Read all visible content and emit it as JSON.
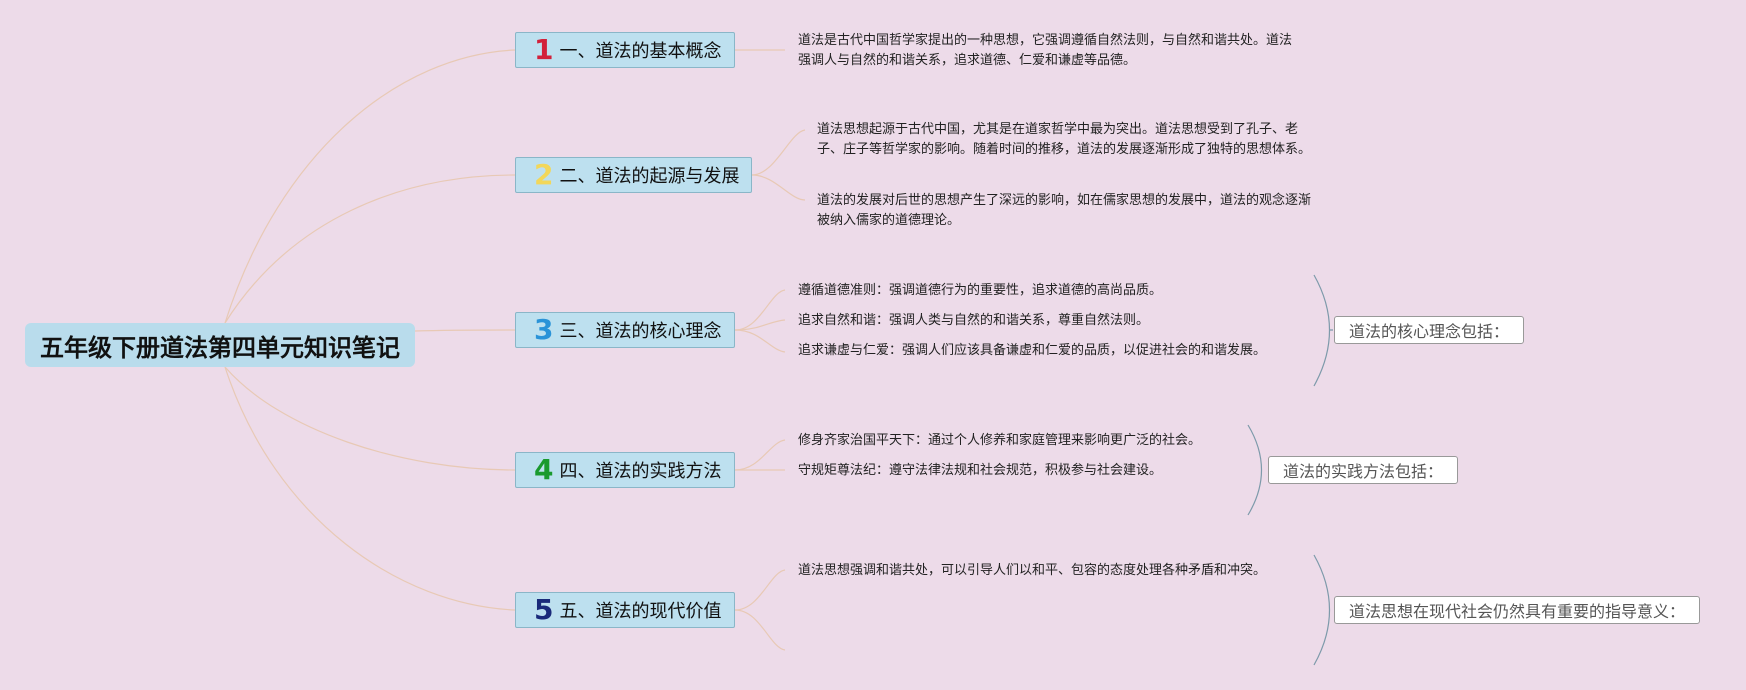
{
  "root": {
    "title": "五年级下册道法第四单元知识笔记"
  },
  "topics": [
    {
      "num": "1",
      "num_color": "#d2203a",
      "label": "一、道法的基本概念"
    },
    {
      "num": "2",
      "num_color": "#f2d75a",
      "label": "二、道法的起源与发展"
    },
    {
      "num": "3",
      "num_color": "#2a93d8",
      "label": "三、道法的核心理念"
    },
    {
      "num": "4",
      "num_color": "#1a9a2e",
      "label": "四、道法的实践方法"
    },
    {
      "num": "5",
      "num_color": "#1a2a7a",
      "label": "五、道法的现代价值"
    }
  ],
  "details": {
    "t1_0": "道法是古代中国哲学家提出的一种思想，它强调遵循自然法则，与自然和谐共处。道法强调人与自然的和谐关系，追求道德、仁爱和谦虚等品德。",
    "t2_0": "道法思想起源于古代中国，尤其是在道家哲学中最为突出。道法思想受到了孔子、老子、庄子等哲学家的影响。随着时间的推移，道法的发展逐渐形成了独特的思想体系。",
    "t2_1": "道法的发展对后世的思想产生了深远的影响，如在儒家思想的发展中，道法的观念逐渐被纳入儒家的道德理论。",
    "t3_0": "遵循道德准则：强调道德行为的重要性，追求道德的高尚品质。",
    "t3_1": "追求自然和谐：强调人类与自然的和谐关系，尊重自然法则。",
    "t3_2": "追求谦虚与仁爱：强调人们应该具备谦虚和仁爱的品质，以促进社会的和谐发展。",
    "t4_0": "修身齐家治国平天下：通过个人修养和家庭管理来影响更广泛的社会。",
    "t4_1": "守规矩尊法纪：遵守法律法规和社会规范，积极参与社会建设。",
    "t5_0": "道法思想强调和谐共处，可以引导人们以和平、包容的态度处理各种矛盾和冲突。"
  },
  "summaries": {
    "t3": "道法的核心理念包括：",
    "t4": "道法的实践方法包括：",
    "t5": "道法思想在现代社会仍然具有重要的指导意义："
  },
  "colors": {
    "background": "#eddbe9",
    "root_fill": "#b9dcec",
    "topic_fill": "#bde0ef",
    "connector": "#e8c9b5",
    "bracket": "#7d9aaa"
  }
}
